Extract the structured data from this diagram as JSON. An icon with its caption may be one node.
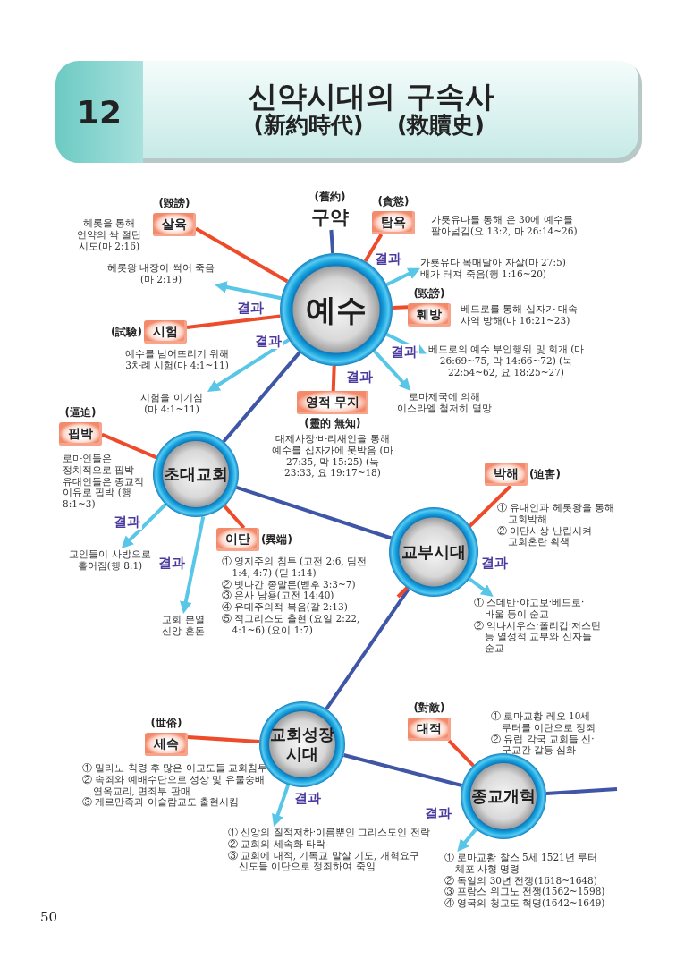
{
  "diagram": {
    "title": "신약시대의 구속사",
    "nodes": [
      {
        "text": [
          "(毀謗)",
          "살육"
        ],
        "beside": [
          "헤롯을 통해 언약의 싹 절단 시도(마 2:16)"
        ]
      },
      {
        "text": [
          "(舊約)",
          "구약"
        ]
      },
      {
        "text": [
          "(貪慾)",
          "탐욕"
        ],
        "beside": [
          "가룟유다를 통해 은 30에 예수를 팔아넘김(요 13:2, 마 26:14~26)"
        ]
      },
      {
        "text": [
          "예수"
        ]
      },
      {
        "text": [
          "헤롯왕 내장이 썩어 죽음(마 2:19)"
        ]
      },
      {
        "text": [
          "가룟유다 목매달아 자살(마 27:5) 배가 터져 죽음(행 1:16~20)"
        ]
      },
      {
        "text": [
          "(毀謗)",
          "훼방"
        ],
        "beside": [
          "베드로를 통해 십자가 대속 사역 방해(마 16:21~23)"
        ]
      },
      {
        "text": [
          "(試驗)",
          "시험"
        ],
        "beside": [
          "예수를 넘어뜨리기 위해 3차례 시험(마 4:1~11)"
        ]
      },
      {
        "text": [
          "베드로의 예수 부인행위 및 회개 (마 26:69~75, 막 14:66~72) (눅 22:54~62, 요 18:25~27)"
        ]
      },
      {
        "text": [
          "시험을 이기심 (마 4:1~11)"
        ]
      },
      {
        "text": [
          "로마제국에 의해 이스라엘 철저히 멸망"
        ]
      },
      {
        "text": [
          "영적 무지",
          "(靈的 無知)"
        ],
        "beside": [
          "대제사장·바리새인을 통해 예수를 십자가에 못박음 (마 27:35, 막 15:25) (눅 23:33, 요 19:17~18)"
        ]
      },
      {
        "text": [
          "(逼迫)",
          "핍박"
        ],
        "beside": [
          "로마인들은 정치적으로 핍박 유대인들은 종교적 이유로 핍박 (행 8:1~3)"
        ]
      },
      {
        "text": [
          "초대교회"
        ]
      },
      {
        "text": [
          "박해",
          "(迫害)"
        ],
        "beside": [
          "① 유대인과 헤롯왕을 통해 교회박해",
          "② 이단사상 난립시켜 교회혼란 획책"
        ]
      },
      {
        "text": [
          "교인들이 사방으로 흩어짐(행 8:1)"
        ]
      },
      {
        "text": [
          "이단",
          "(異端)"
        ],
        "beside": [
          "① 영지주의 침투 (고전 2:6, 딤전 1:4, 4:7) (딛 1:14)",
          "② 빗나간 종말론(벧후 3:3~7)",
          "③ 은사 남용(고전 14:40)",
          "④ 유대주의적 복음(갈 2:13)",
          "⑤ 적그리스도 출현 (요일 2:22, 4:1~6) (요이 1:7)"
        ]
      },
      {
        "text": [
          "교부시대"
        ]
      },
      {
        "text": [
          "① 스데반·야고보·베드로·바울 등이 순교",
          "② 익나시우스·폴리갑·저스틴 등 열성적 교부와 신자들 순교"
        ]
      },
      {
        "text": [
          "교회 분열 신앙 혼돈"
        ]
      },
      {
        "text": [
          "(對敵)",
          "대적"
        ],
        "beside": [
          "① 로마교황 레오 10세 루터를 이단으로 정죄",
          "② 유럽 각국 교회들 신·구교간 갈등 심화"
        ]
      },
      {
        "text": [
          "(世俗)",
          "세속"
        ],
        "beside": [
          "① 밀라노 칙령 후 많은 이교도들 교회침투",
          "② 속죄와 예배수단으로 성상 및 유물숭배 연옥교리, 면죄부 판매",
          "③ 게르만족과 이슬람교도 출현시킴"
        ]
      },
      {
        "text": [
          "교회성장 시대"
        ]
      },
      {
        "text": [
          "종교개혁"
        ]
      },
      {
        "text": [
          "① 신앙의 질적저하·이름뿐인 그리스도인 전락",
          "② 교회의 세속화 타락",
          "③ 교회에 대적, 기독교 말살 기도, 개혁요구 신도들 이단으로 정죄하여 죽임"
        ]
      },
      {
        "text": [
          "① 로마교황 찰스 5세 1521년 루터 체포 사형 명령",
          "② 독일의 30년 전쟁(1618~1648)",
          "③ 프랑스 위그노 전쟁(1562~1598)",
          "④ 영국의 청교도 혁명(1642~1649)"
        ]
      }
    ],
    "edges": [
      {
        "from": 1,
        "to": 3,
        "arrow": "none",
        "color": "#3f56a6"
      },
      {
        "from": 3,
        "to": 13,
        "arrow": "none",
        "color": "#3f56a6"
      },
      {
        "from": 13,
        "to": 17,
        "arrow": "none",
        "color": "#3f56a6"
      },
      {
        "from": 17,
        "to": 22,
        "arrow": "none",
        "color": "#3f56a6"
      },
      {
        "from": 22,
        "to": 23,
        "arrow": "none",
        "color": "#3f56a6"
      },
      {
        "from": 23,
        "to": null,
        "arrow": "none",
        "color": "#3f56a6"
      },
      {
        "from": 0,
        "to": 3,
        "arrow": "none",
        "color": "#ee4b2b"
      },
      {
        "from": 2,
        "to": 3,
        "arrow": "none",
        "color": "#ee4b2b"
      },
      {
        "from": 6,
        "to": 3,
        "arrow": "none",
        "color": "#ee4b2b"
      },
      {
        "from": 7,
        "to": 3,
        "arrow": "none",
        "color": "#ee4b2b"
      },
      {
        "from": 11,
        "to": 3,
        "arrow": "none",
        "color": "#ee4b2b"
      },
      {
        "from": 12,
        "to": 13,
        "arrow": "none",
        "color": "#ee4b2b"
      },
      {
        "from": 16,
        "to": 13,
        "arrow": "none",
        "color": "#ee4b2b"
      },
      {
        "from": 14,
        "to": 17,
        "arrow": "none",
        "color": "#ee4b2b"
      },
      {
        "from": 21,
        "to": 22,
        "arrow": "none",
        "color": "#ee4b2b"
      },
      {
        "from": 20,
        "to": 23,
        "arrow": "none",
        "color": "#ee4b2b"
      },
      {
        "from": 3,
        "to": 4,
        "arrow": "to",
        "label": "결과",
        "color": "#58c6e6"
      },
      {
        "from": 3,
        "to": 5,
        "arrow": "to",
        "label": "결과",
        "color": "#58c6e6"
      },
      {
        "from": 3,
        "to": 8,
        "arrow": "to",
        "label": "결과",
        "color": "#58c6e6"
      },
      {
        "from": 3,
        "to": 9,
        "arrow": "to",
        "label": "결과",
        "color": "#58c6e6"
      },
      {
        "from": 3,
        "to": 10,
        "arrow": "to",
        "label": "결과",
        "color": "#58c6e6"
      },
      {
        "from": 13,
        "to": 15,
        "arrow": "to",
        "label": "결과",
        "color": "#58c6e6"
      },
      {
        "from": 13,
        "to": 19,
        "arrow": "to",
        "label": "결과",
        "color": "#58c6e6"
      },
      {
        "from": 17,
        "to": 18,
        "arrow": "to",
        "label": "결과",
        "color": "#58c6e6"
      },
      {
        "from": 22,
        "to": 24,
        "arrow": "to",
        "label": "결과",
        "color": "#58c6e6"
      },
      {
        "from": 23,
        "to": 25,
        "arrow": "to",
        "label": "결과",
        "color": "#58c6e6"
      }
    ],
    "labels": [
      "12",
      "(新約時代)",
      "(救贖史)",
      "50"
    ]
  }
}
